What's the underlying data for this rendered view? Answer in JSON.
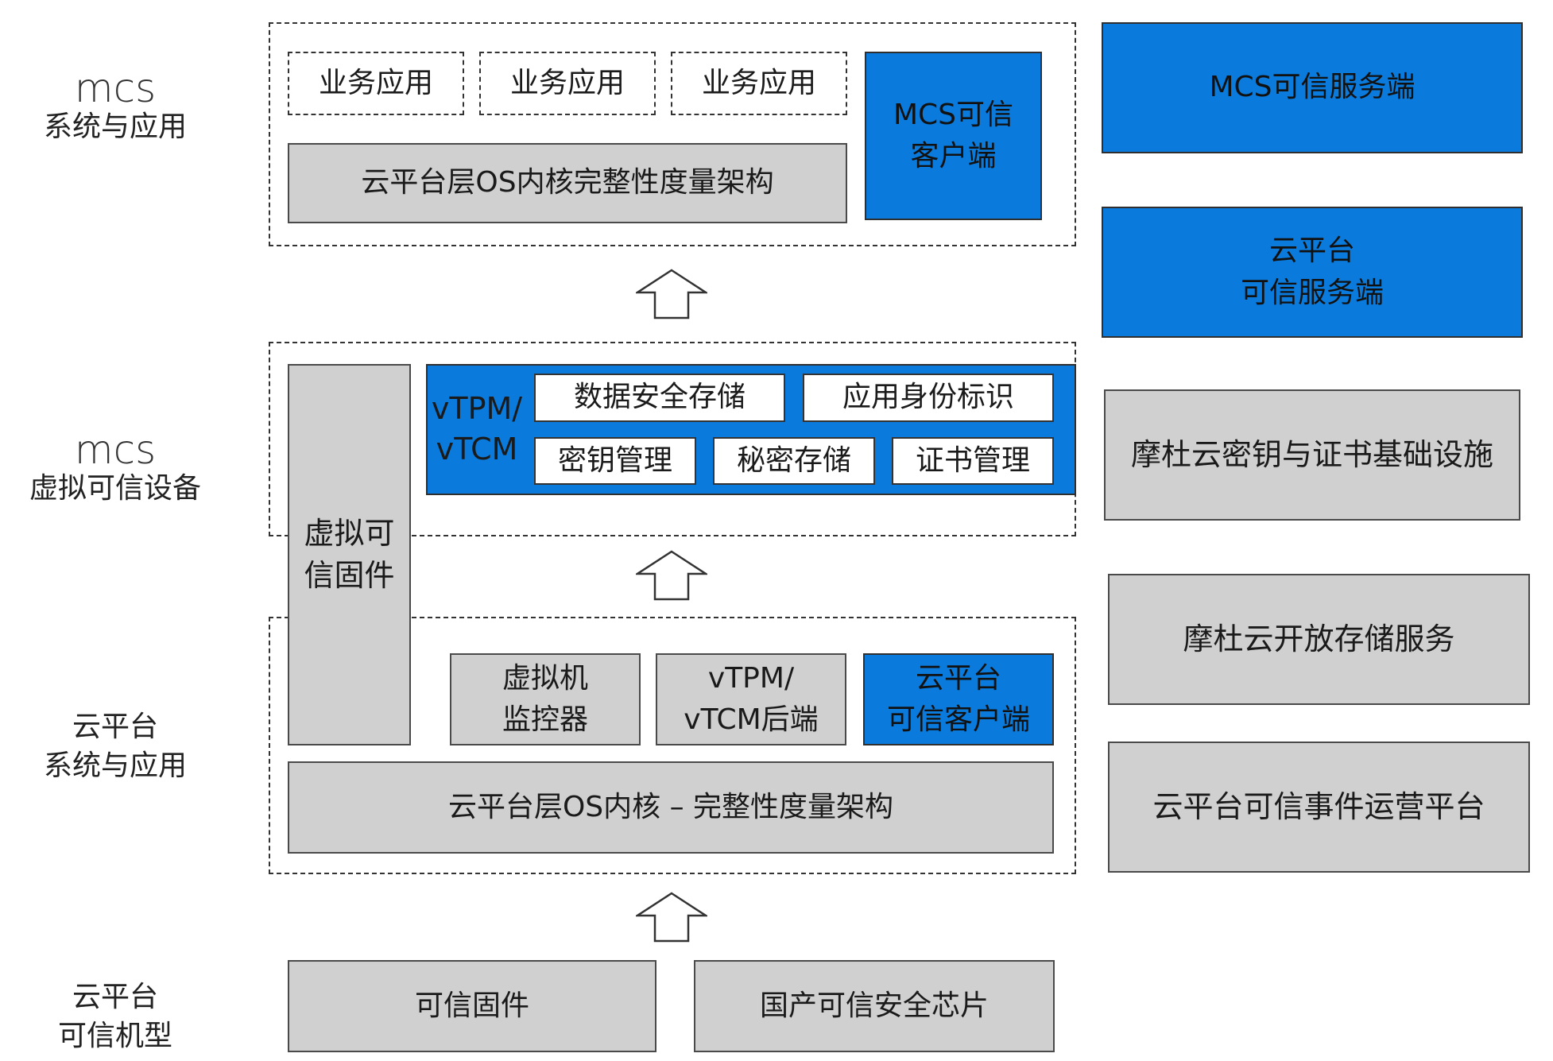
{
  "left_labels": [
    {
      "top": "mcs",
      "bottom": "系统与应用"
    },
    {
      "top": "mcs",
      "bottom": "虚拟可信设备"
    },
    {
      "top": "云平台",
      "bottom": "系统与应用"
    },
    {
      "top": "云平台",
      "bottom": "可信机型"
    }
  ],
  "mcs_system": {
    "apps": [
      "业务应用",
      "业务应用",
      "业务应用"
    ],
    "kernel_arch": "云平台层OS内核完整性度量架构",
    "client_line1": "MCS可信",
    "client_line2": "客户端"
  },
  "virtual_device": {
    "vtpm_line1": "vTPM/",
    "vtpm_line2": "vTCM",
    "features_row1": [
      "数据安全存储",
      "应用身份标识"
    ],
    "features_row2": [
      "密钥管理",
      "秘密存储",
      "证书管理"
    ]
  },
  "virtual_firmware": {
    "line1": "虚拟可",
    "line2": "信固件"
  },
  "cloud_system": {
    "monitor_line1": "虚拟机",
    "monitor_line2": "监控器",
    "backend_line1": "vTPM/",
    "backend_line2": "vTCM后端",
    "client_line1": "云平台",
    "client_line2": "可信客户端",
    "kernel_arch": "云平台层OS内核 – 完整性度量架构"
  },
  "hardware": {
    "firmware": "可信固件",
    "chip": "国产可信安全芯片"
  },
  "right_services": {
    "mcs_server": "MCS可信服务端",
    "cloud_server_line1": "云平台",
    "cloud_server_line2": "可信服务端",
    "key_infra": "摩杜云密钥与证书基础设施",
    "storage": "摩杜云开放存储服务",
    "event_platform": "云平台可信事件运营平台"
  },
  "colors": {
    "accent_blue": "#0a7bdc",
    "box_gray": "#d0d0d0"
  }
}
